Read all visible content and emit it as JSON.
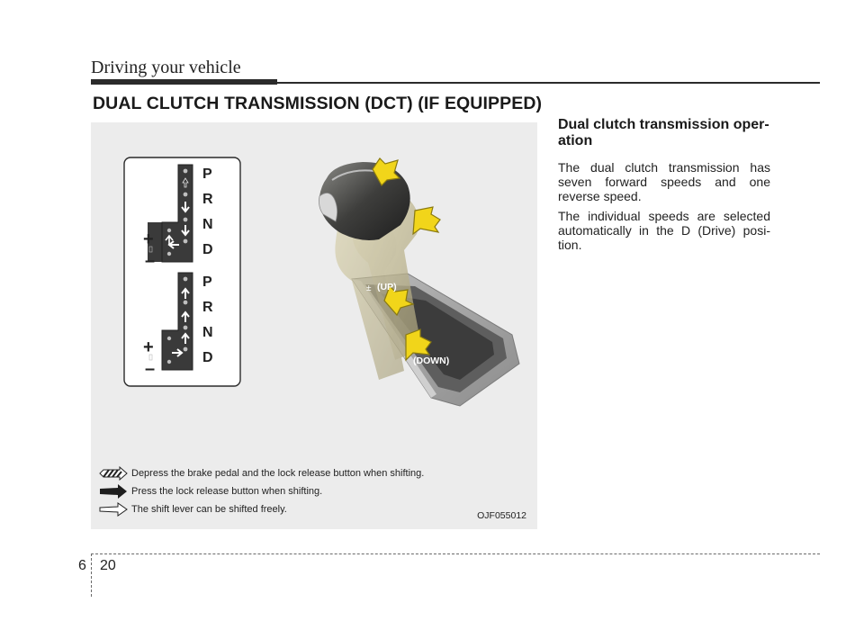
{
  "header": {
    "title": "Driving your vehicle"
  },
  "section": {
    "title": "DUAL CLUTCH TRANSMISSION (DCT) (IF EQUIPPED)"
  },
  "figure": {
    "gate_top": {
      "letters": [
        "P",
        "R",
        "N",
        "D"
      ],
      "plus": "+",
      "minus": "–"
    },
    "gate_bottom": {
      "letters": [
        "P",
        "R",
        "N",
        "D"
      ],
      "plus": "+",
      "minus": "–"
    },
    "lever_labels": {
      "up": "(UP)",
      "down": "(DOWN)"
    },
    "legend": [
      {
        "icon": "hatched-arrow-icon",
        "text": "Depress the brake pedal and the lock release button when shifting."
      },
      {
        "icon": "solid-arrow-icon",
        "text": "Press the lock release button when shifting."
      },
      {
        "icon": "outline-arrow-icon",
        "text": "The shift lever can be shifted freely."
      }
    ],
    "code": "OJF055012"
  },
  "side": {
    "heading": "Dual clutch transmission oper-ation",
    "paragraphs": [
      "The dual clutch transmission has seven forward speeds and one reverse speed.",
      "The individual speeds are selected automatically in the D (Drive) posi-tion."
    ]
  },
  "footer": {
    "chapter": "6",
    "page": "20"
  },
  "colors": {
    "arrow_yellow": "#f1d51a",
    "figure_bg": "#ececec",
    "rule": "#2b2b2b"
  }
}
